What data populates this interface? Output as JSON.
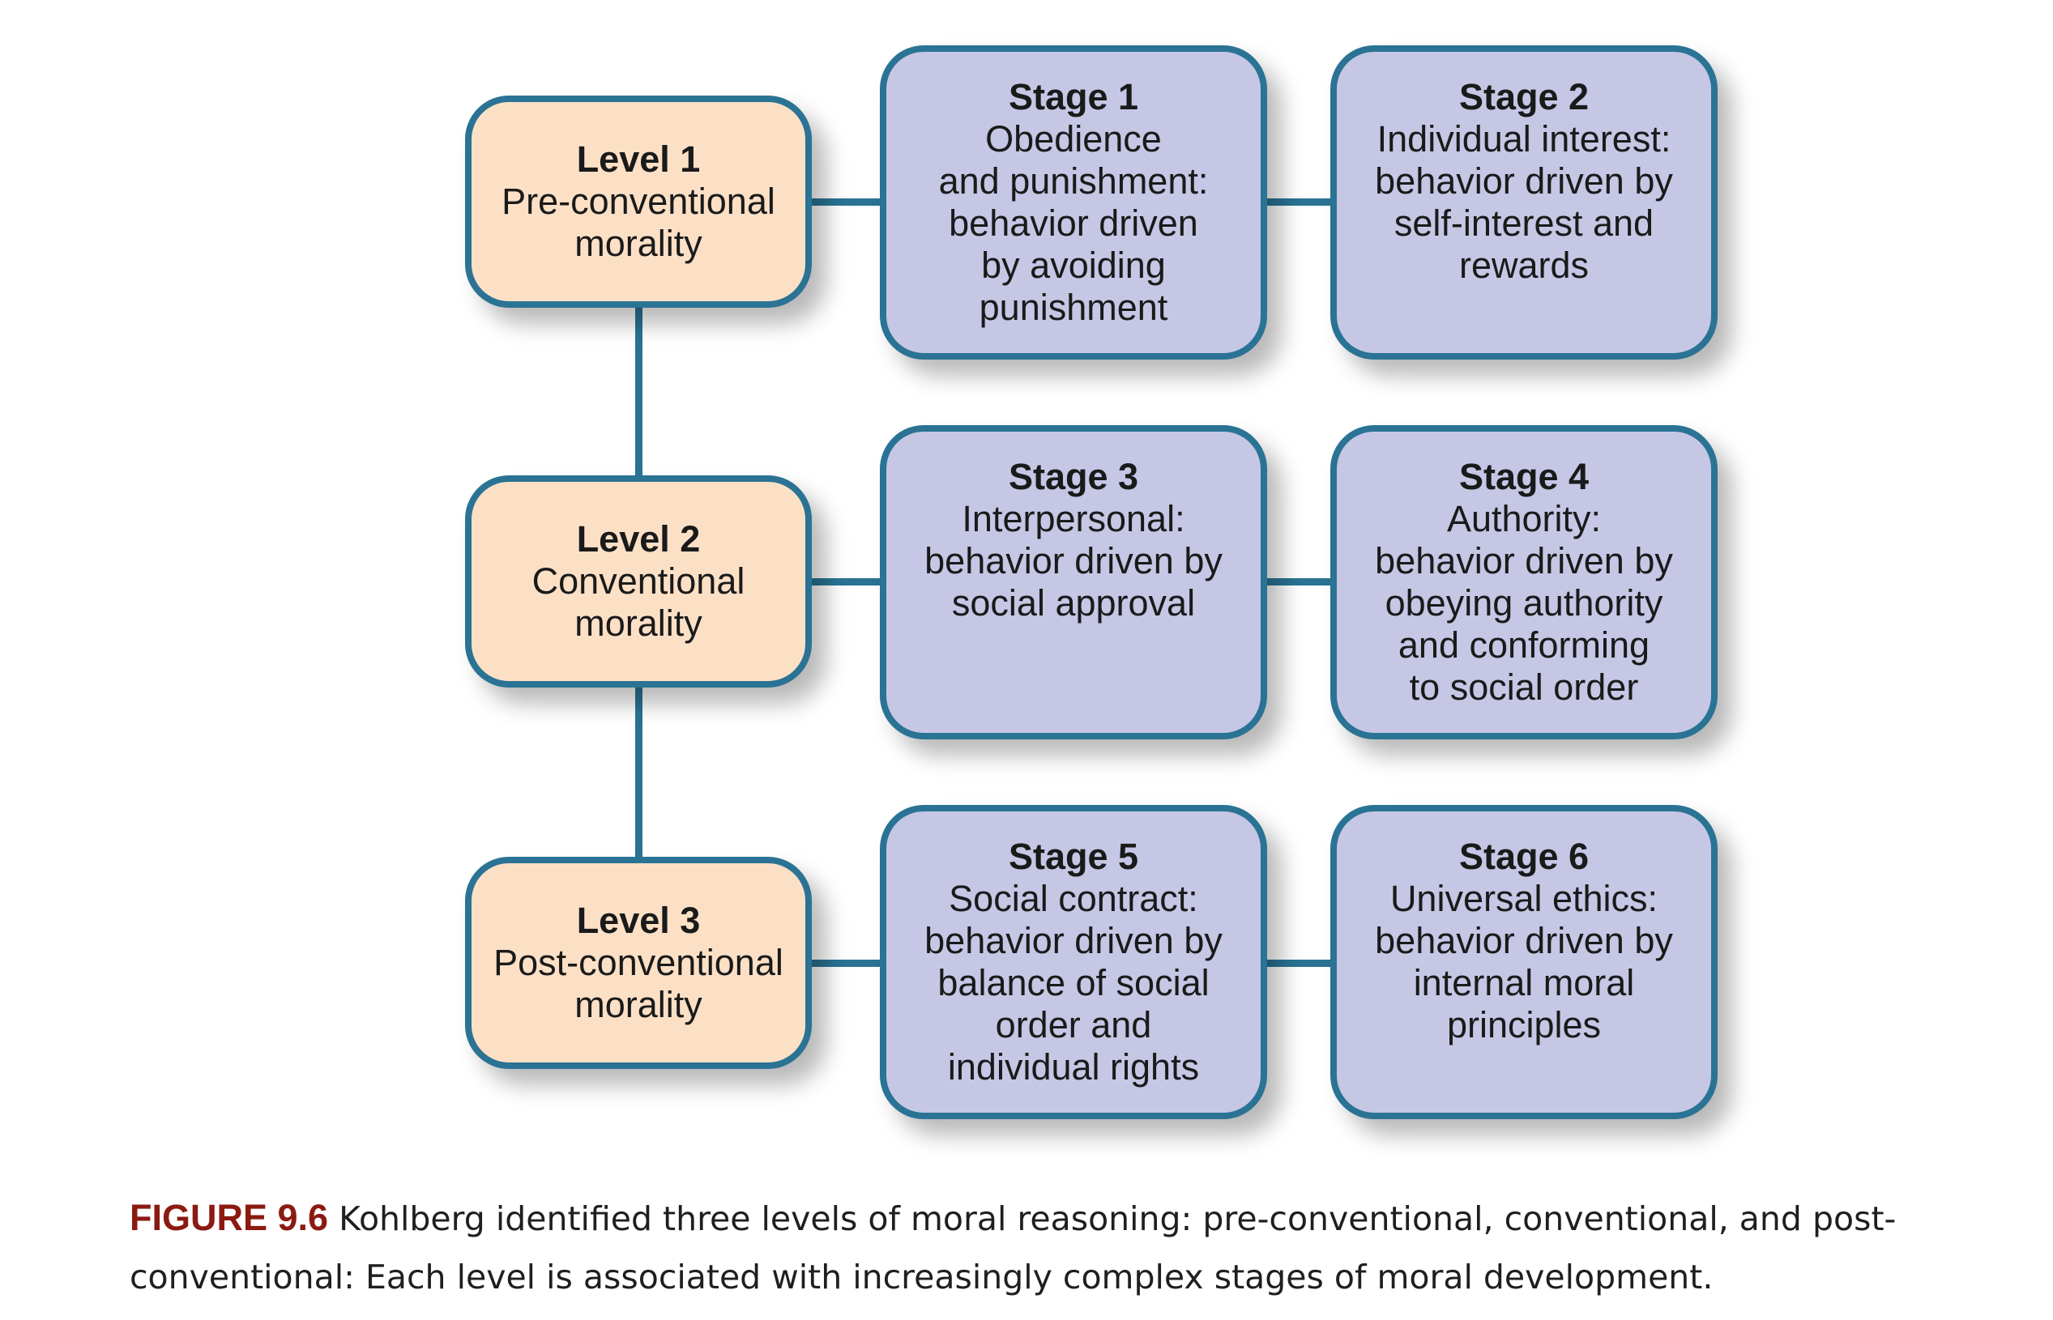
{
  "levels": [
    {
      "title": "Level 1",
      "desc": "Pre-conventional\nmorality"
    },
    {
      "title": "Level 2",
      "desc": "Conventional\nmorality"
    },
    {
      "title": "Level 3",
      "desc": "Post-conventional\nmorality"
    }
  ],
  "stages": [
    {
      "title": "Stage 1",
      "desc": "Obedience\nand punishment:\nbehavior driven\nby avoiding\npunishment"
    },
    {
      "title": "Stage 2",
      "desc": "Individual interest:\nbehavior driven by\nself-interest and\nrewards"
    },
    {
      "title": "Stage 3",
      "desc": "Interpersonal:\nbehavior driven by\nsocial approval"
    },
    {
      "title": "Stage 4",
      "desc": "Authority:\nbehavior driven by\nobeying authority\nand conforming\nto social order"
    },
    {
      "title": "Stage 5",
      "desc": "Social contract:\nbehavior driven by\nbalance of social\norder and\nindividual rights"
    },
    {
      "title": "Stage 6",
      "desc": "Universal ethics:\nbehavior driven by\ninternal moral\nprinciples"
    }
  ],
  "caption": {
    "label": "FIGURE 9.6",
    "text": " Kohlberg identified three levels of moral reasoning: pre-conventional, conventional, and post-conventional: Each level is associated with increasingly complex stages of moral development."
  },
  "colors": {
    "border": "#2a7394",
    "level_fill": "#fce0c6",
    "stage_fill": "#c5c7e5",
    "caption_label": "#8b1a10"
  }
}
